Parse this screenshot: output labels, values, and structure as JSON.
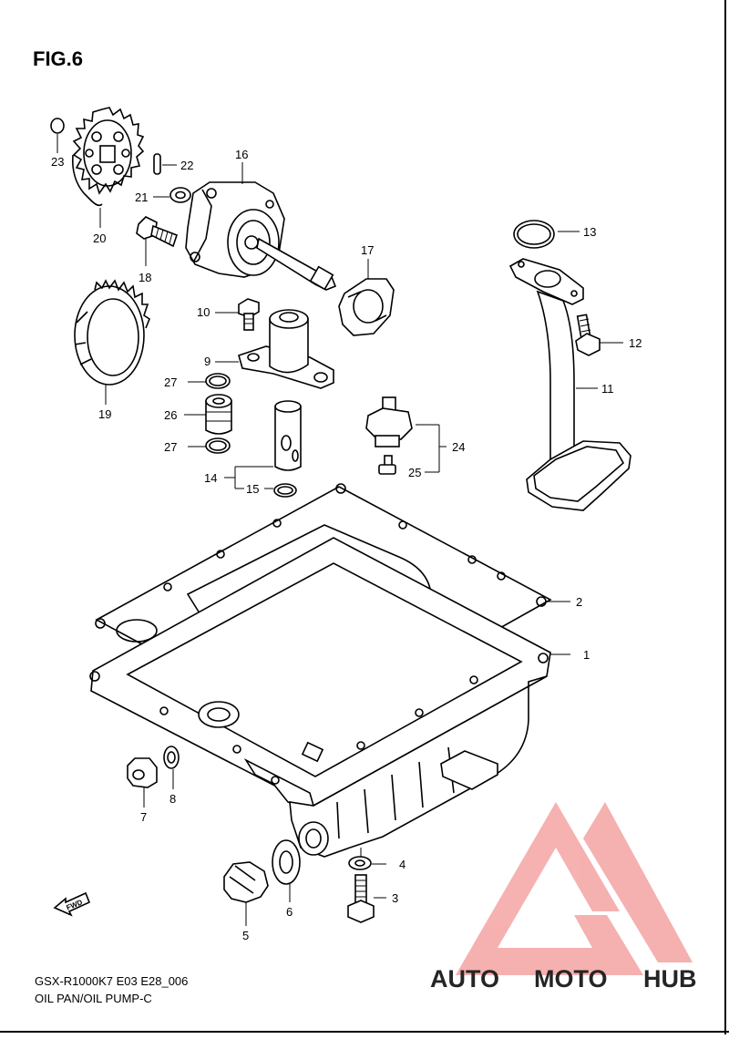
{
  "figure": {
    "title": "FIG.6",
    "model_code": "GSX-R1000K7 E03 E28_006",
    "section_name": "OIL PAN/OIL PUMP-C"
  },
  "callouts": [
    "1",
    "2",
    "3",
    "4",
    "5",
    "6",
    "7",
    "8",
    "9",
    "10",
    "11",
    "12",
    "13",
    "14",
    "15",
    "16",
    "17",
    "18",
    "19",
    "20",
    "21",
    "22",
    "23",
    "24",
    "25",
    "26",
    "27"
  ],
  "direction_marker": {
    "label": "FWD",
    "icon": "fwd-arrow-icon"
  },
  "watermark": {
    "brand": [
      "AUTO",
      "MOTO",
      "HUB"
    ],
    "icon": "triangle-logo-icon",
    "colors": {
      "primary": "#f4a3a3",
      "accent": "#f6c68a",
      "dark": "#9a9a9a"
    }
  }
}
